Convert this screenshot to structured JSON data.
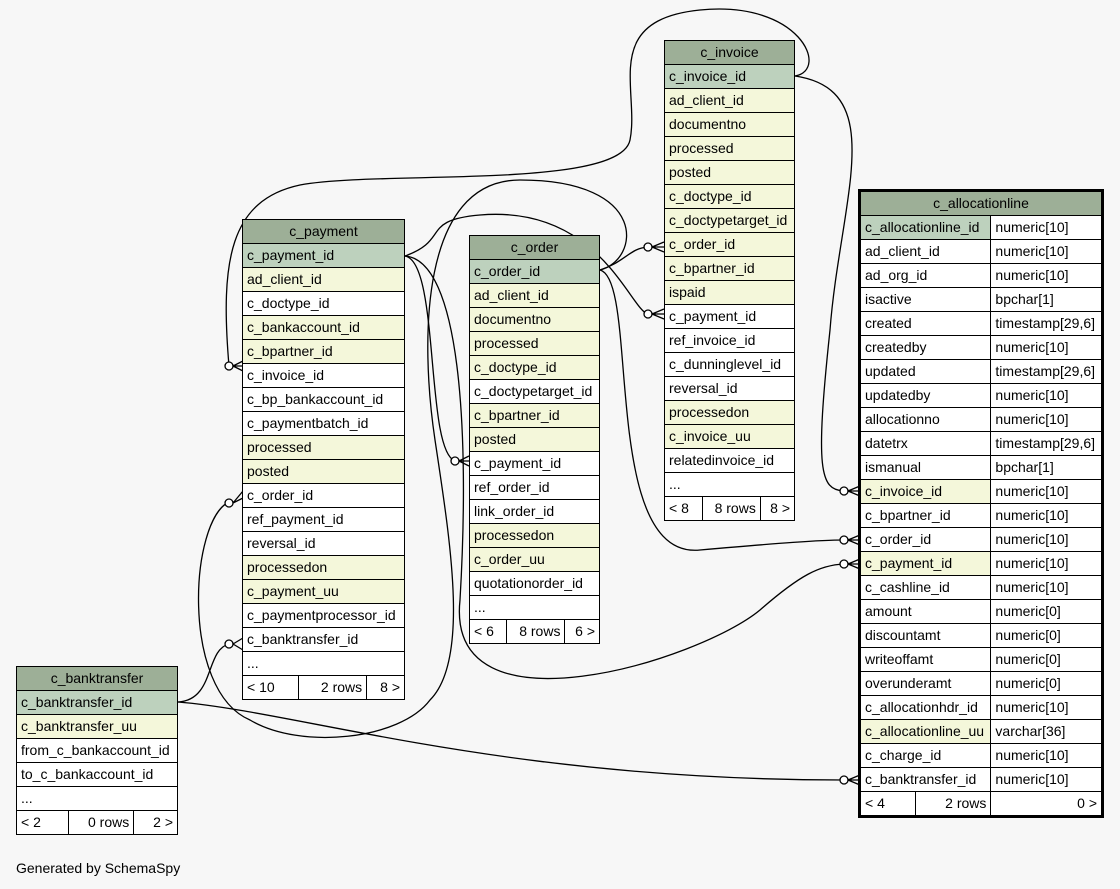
{
  "footer": "Generated by SchemaSpy",
  "tables": {
    "c_banktransfer": {
      "name": "c_banktransfer",
      "columns": [
        {
          "name": "c_banktransfer_id",
          "style": "pk"
        },
        {
          "name": "c_banktransfer_uu",
          "style": "idx"
        },
        {
          "name": "from_c_bankaccount_id",
          "style": ""
        },
        {
          "name": "to_c_bankaccount_id",
          "style": ""
        },
        {
          "name": "...",
          "style": ""
        }
      ],
      "footer": {
        "parents": "< 2",
        "rows": "0 rows",
        "children": "2 >"
      }
    },
    "c_payment": {
      "name": "c_payment",
      "columns": [
        {
          "name": "c_payment_id",
          "style": "pk"
        },
        {
          "name": "ad_client_id",
          "style": "idx"
        },
        {
          "name": "c_doctype_id",
          "style": ""
        },
        {
          "name": "c_bankaccount_id",
          "style": "idx"
        },
        {
          "name": "c_bpartner_id",
          "style": "idx"
        },
        {
          "name": "c_invoice_id",
          "style": ""
        },
        {
          "name": "c_bp_bankaccount_id",
          "style": ""
        },
        {
          "name": "c_paymentbatch_id",
          "style": ""
        },
        {
          "name": "processed",
          "style": "idx"
        },
        {
          "name": "posted",
          "style": "idx"
        },
        {
          "name": "c_order_id",
          "style": ""
        },
        {
          "name": "ref_payment_id",
          "style": ""
        },
        {
          "name": "reversal_id",
          "style": ""
        },
        {
          "name": "processedon",
          "style": "idx"
        },
        {
          "name": "c_payment_uu",
          "style": "idx"
        },
        {
          "name": "c_paymentprocessor_id",
          "style": ""
        },
        {
          "name": "c_banktransfer_id",
          "style": ""
        },
        {
          "name": "...",
          "style": ""
        }
      ],
      "footer": {
        "parents": "< 10",
        "rows": "2 rows",
        "children": "8 >"
      }
    },
    "c_order": {
      "name": "c_order",
      "columns": [
        {
          "name": "c_order_id",
          "style": "pk"
        },
        {
          "name": "ad_client_id",
          "style": "idx"
        },
        {
          "name": "documentno",
          "style": "idx"
        },
        {
          "name": "processed",
          "style": "idx"
        },
        {
          "name": "c_doctype_id",
          "style": "idx"
        },
        {
          "name": "c_doctypetarget_id",
          "style": ""
        },
        {
          "name": "c_bpartner_id",
          "style": "idx"
        },
        {
          "name": "posted",
          "style": "idx"
        },
        {
          "name": "c_payment_id",
          "style": ""
        },
        {
          "name": "ref_order_id",
          "style": ""
        },
        {
          "name": "link_order_id",
          "style": ""
        },
        {
          "name": "processedon",
          "style": "idx"
        },
        {
          "name": "c_order_uu",
          "style": "idx"
        },
        {
          "name": "quotationorder_id",
          "style": ""
        },
        {
          "name": "...",
          "style": ""
        }
      ],
      "footer": {
        "parents": "< 6",
        "rows": "8 rows",
        "children": "6 >"
      }
    },
    "c_invoice": {
      "name": "c_invoice",
      "columns": [
        {
          "name": "c_invoice_id",
          "style": "pk"
        },
        {
          "name": "ad_client_id",
          "style": "idx"
        },
        {
          "name": "documentno",
          "style": "idx"
        },
        {
          "name": "processed",
          "style": "idx"
        },
        {
          "name": "posted",
          "style": "idx"
        },
        {
          "name": "c_doctype_id",
          "style": "idx"
        },
        {
          "name": "c_doctypetarget_id",
          "style": "idx"
        },
        {
          "name": "c_order_id",
          "style": "idx"
        },
        {
          "name": "c_bpartner_id",
          "style": "idx"
        },
        {
          "name": "ispaid",
          "style": "idx"
        },
        {
          "name": "c_payment_id",
          "style": ""
        },
        {
          "name": "ref_invoice_id",
          "style": ""
        },
        {
          "name": "c_dunninglevel_id",
          "style": ""
        },
        {
          "name": "reversal_id",
          "style": ""
        },
        {
          "name": "processedon",
          "style": "idx"
        },
        {
          "name": "c_invoice_uu",
          "style": "idx"
        },
        {
          "name": "relatedinvoice_id",
          "style": ""
        },
        {
          "name": "...",
          "style": ""
        }
      ],
      "footer": {
        "parents": "< 8",
        "rows": "8 rows",
        "children": "8 >"
      }
    },
    "c_allocationline": {
      "name": "c_allocationline",
      "columns": [
        {
          "name": "c_allocationline_id",
          "type": "numeric[10]",
          "style": "pk"
        },
        {
          "name": "ad_client_id",
          "type": "numeric[10]",
          "style": ""
        },
        {
          "name": "ad_org_id",
          "type": "numeric[10]",
          "style": ""
        },
        {
          "name": "isactive",
          "type": "bpchar[1]",
          "style": ""
        },
        {
          "name": "created",
          "type": "timestamp[29,6]",
          "style": ""
        },
        {
          "name": "createdby",
          "type": "numeric[10]",
          "style": ""
        },
        {
          "name": "updated",
          "type": "timestamp[29,6]",
          "style": ""
        },
        {
          "name": "updatedby",
          "type": "numeric[10]",
          "style": ""
        },
        {
          "name": "allocationno",
          "type": "numeric[10]",
          "style": ""
        },
        {
          "name": "datetrx",
          "type": "timestamp[29,6]",
          "style": ""
        },
        {
          "name": "ismanual",
          "type": "bpchar[1]",
          "style": ""
        },
        {
          "name": "c_invoice_id",
          "type": "numeric[10]",
          "style": "idx"
        },
        {
          "name": "c_bpartner_id",
          "type": "numeric[10]",
          "style": ""
        },
        {
          "name": "c_order_id",
          "type": "numeric[10]",
          "style": ""
        },
        {
          "name": "c_payment_id",
          "type": "numeric[10]",
          "style": "idx"
        },
        {
          "name": "c_cashline_id",
          "type": "numeric[10]",
          "style": ""
        },
        {
          "name": "amount",
          "type": "numeric[0]",
          "style": ""
        },
        {
          "name": "discountamt",
          "type": "numeric[0]",
          "style": ""
        },
        {
          "name": "writeoffamt",
          "type": "numeric[0]",
          "style": ""
        },
        {
          "name": "overunderamt",
          "type": "numeric[0]",
          "style": ""
        },
        {
          "name": "c_allocationhdr_id",
          "type": "numeric[10]",
          "style": ""
        },
        {
          "name": "c_allocationline_uu",
          "type": "varchar[36]",
          "style": "idx"
        },
        {
          "name": "c_charge_id",
          "type": "numeric[10]",
          "style": ""
        },
        {
          "name": "c_banktransfer_id",
          "type": "numeric[10]",
          "style": ""
        }
      ],
      "footer": {
        "parents": "< 4",
        "rows": "2 rows",
        "children": "0 >"
      }
    }
  }
}
